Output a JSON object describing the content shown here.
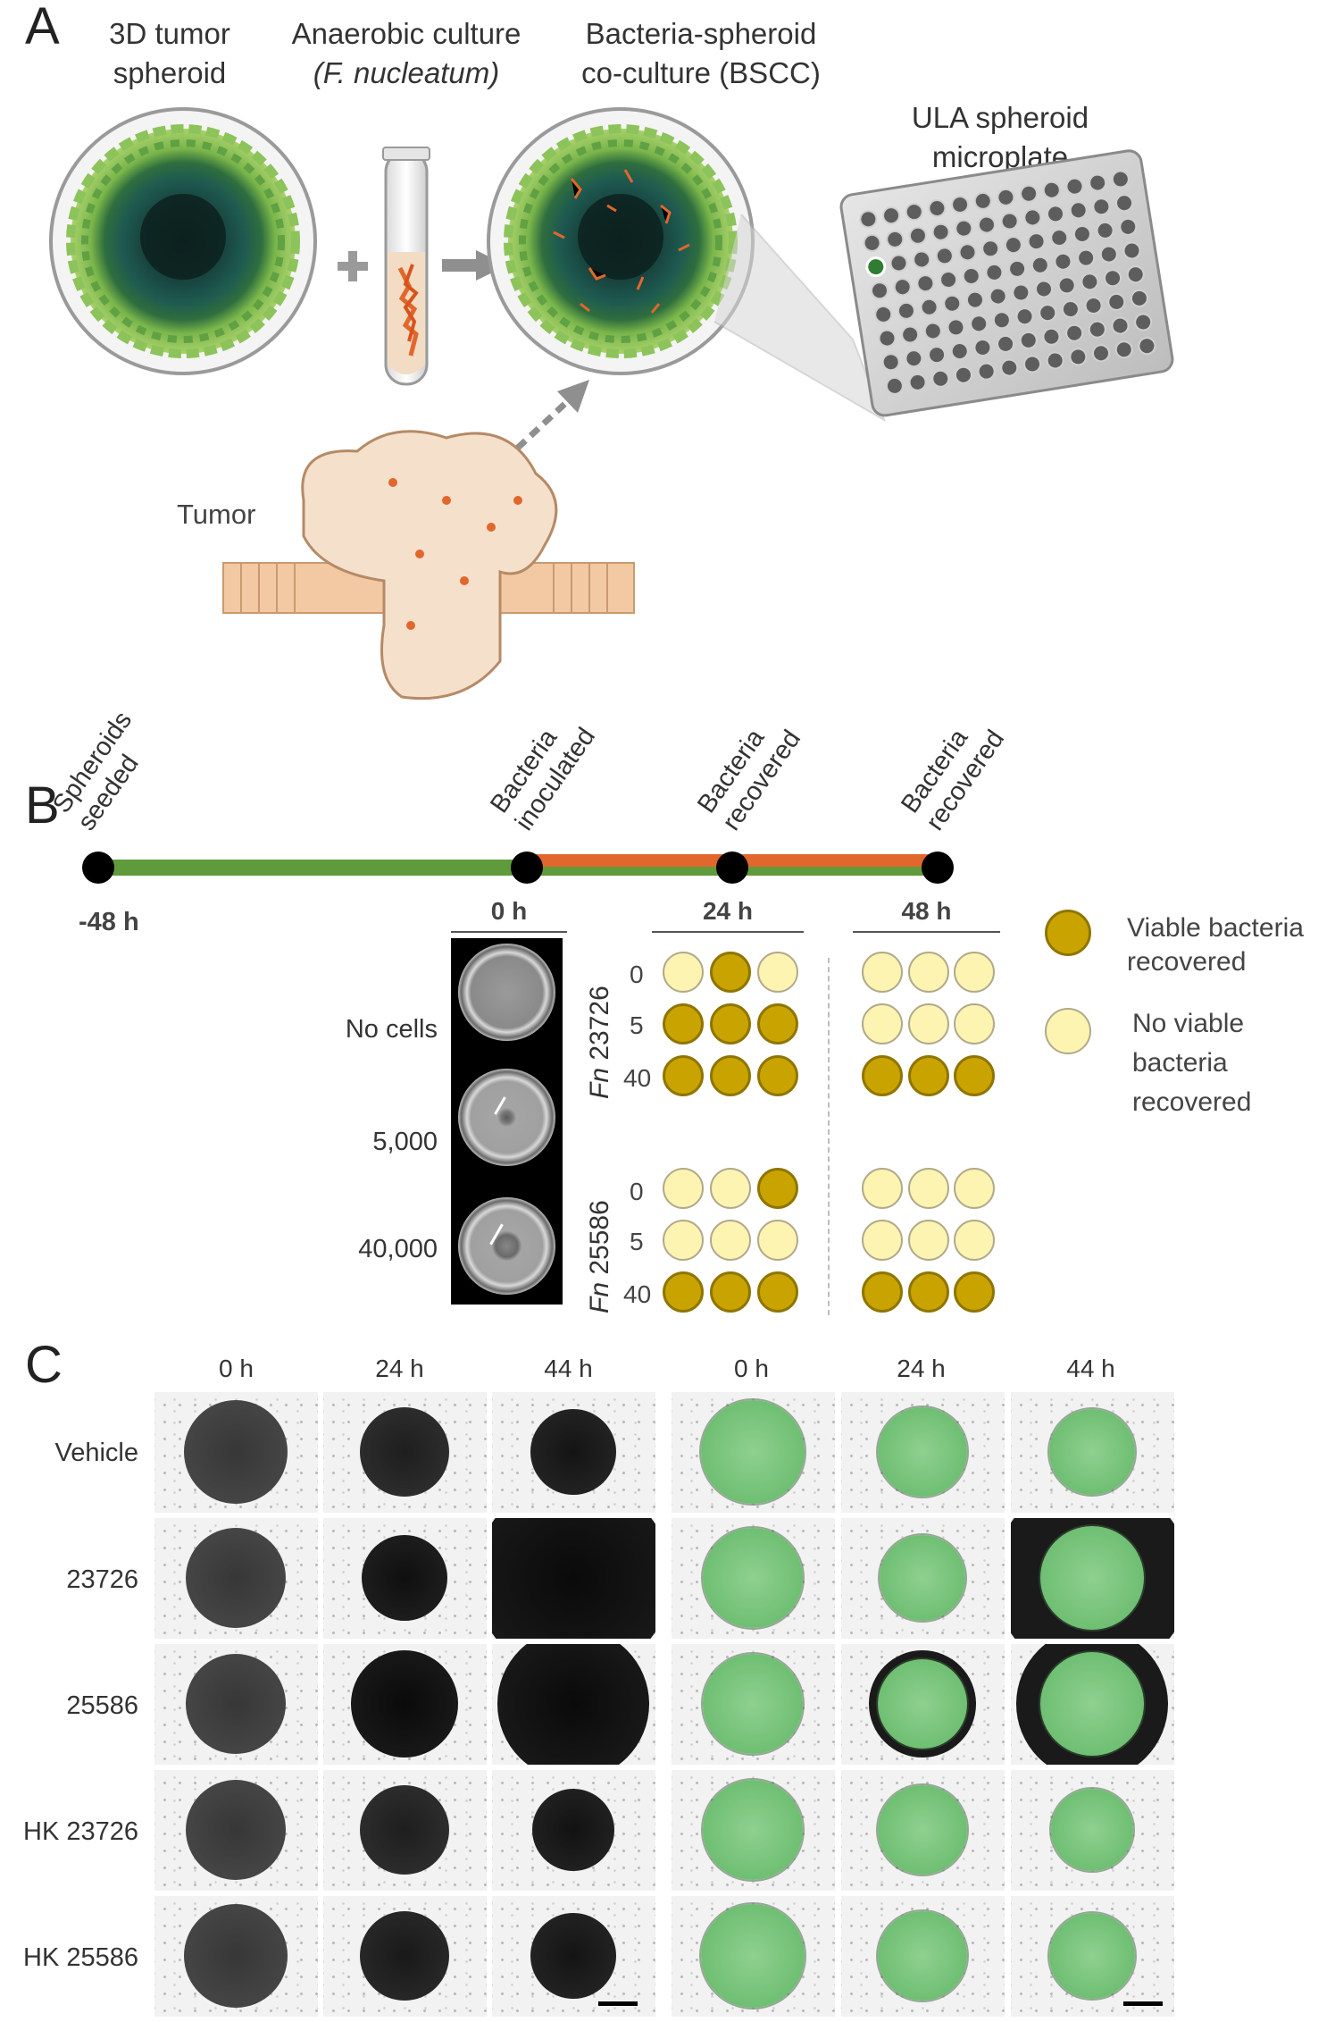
{
  "panelA": {
    "label": "A",
    "spheroid_title": "3D tumor\nspheroid",
    "culture_title": "Anaerobic culture",
    "culture_species": "(F. nucleatum)",
    "bscc_title": "Bacteria-spheroid\nco-culture (BSCC)",
    "plate_title": "ULA spheroid\nmicroplate",
    "tumor_label": "Tumor"
  },
  "panelB": {
    "label": "B",
    "events": [
      "Spheroids\nseeded",
      "Bacteria\ninoculated",
      "Bacteria\nrecovered",
      "Bacteria\nrecovered"
    ],
    "start_time": "-48 h",
    "time_headers": [
      "0 h",
      "24 h",
      "48 h"
    ],
    "image_rows": [
      "No cells",
      "5,000",
      "40,000"
    ],
    "strains": [
      {
        "prefix": "Fn",
        "number": "23726",
        "doses": [
          "0",
          "5",
          "40"
        ],
        "h24": [
          [
            "n",
            "v",
            "n"
          ],
          [
            "v",
            "v",
            "v"
          ],
          [
            "v",
            "v",
            "v"
          ]
        ],
        "h48": [
          [
            "n",
            "n",
            "n"
          ],
          [
            "n",
            "n",
            "n"
          ],
          [
            "v",
            "v",
            "v"
          ]
        ]
      },
      {
        "prefix": "Fn",
        "number": "25586",
        "doses": [
          "0",
          "5",
          "40"
        ],
        "h24": [
          [
            "n",
            "n",
            "v"
          ],
          [
            "n",
            "n",
            "n"
          ],
          [
            "v",
            "v",
            "v"
          ]
        ],
        "h48": [
          [
            "n",
            "n",
            "n"
          ],
          [
            "n",
            "n",
            "n"
          ],
          [
            "v",
            "v",
            "v"
          ]
        ]
      }
    ],
    "legend": {
      "viable": "Viable bacteria\nrecovered",
      "not_viable": "No viable\nbacteria\nrecovered"
    },
    "colors": {
      "viable": "#c9a400",
      "not_viable": "#fdf4b2",
      "timeline_green": "#5f9a3b",
      "timeline_orange": "#e2672c"
    }
  },
  "panelC": {
    "label": "C",
    "col_headers_left": [
      "0 h",
      "24 h",
      "44 h"
    ],
    "col_headers_right": [
      "0 h",
      "24 h",
      "44 h"
    ],
    "rows": [
      "Vehicle",
      "23726",
      "25586",
      "HK 23726",
      "HK 25586"
    ]
  }
}
